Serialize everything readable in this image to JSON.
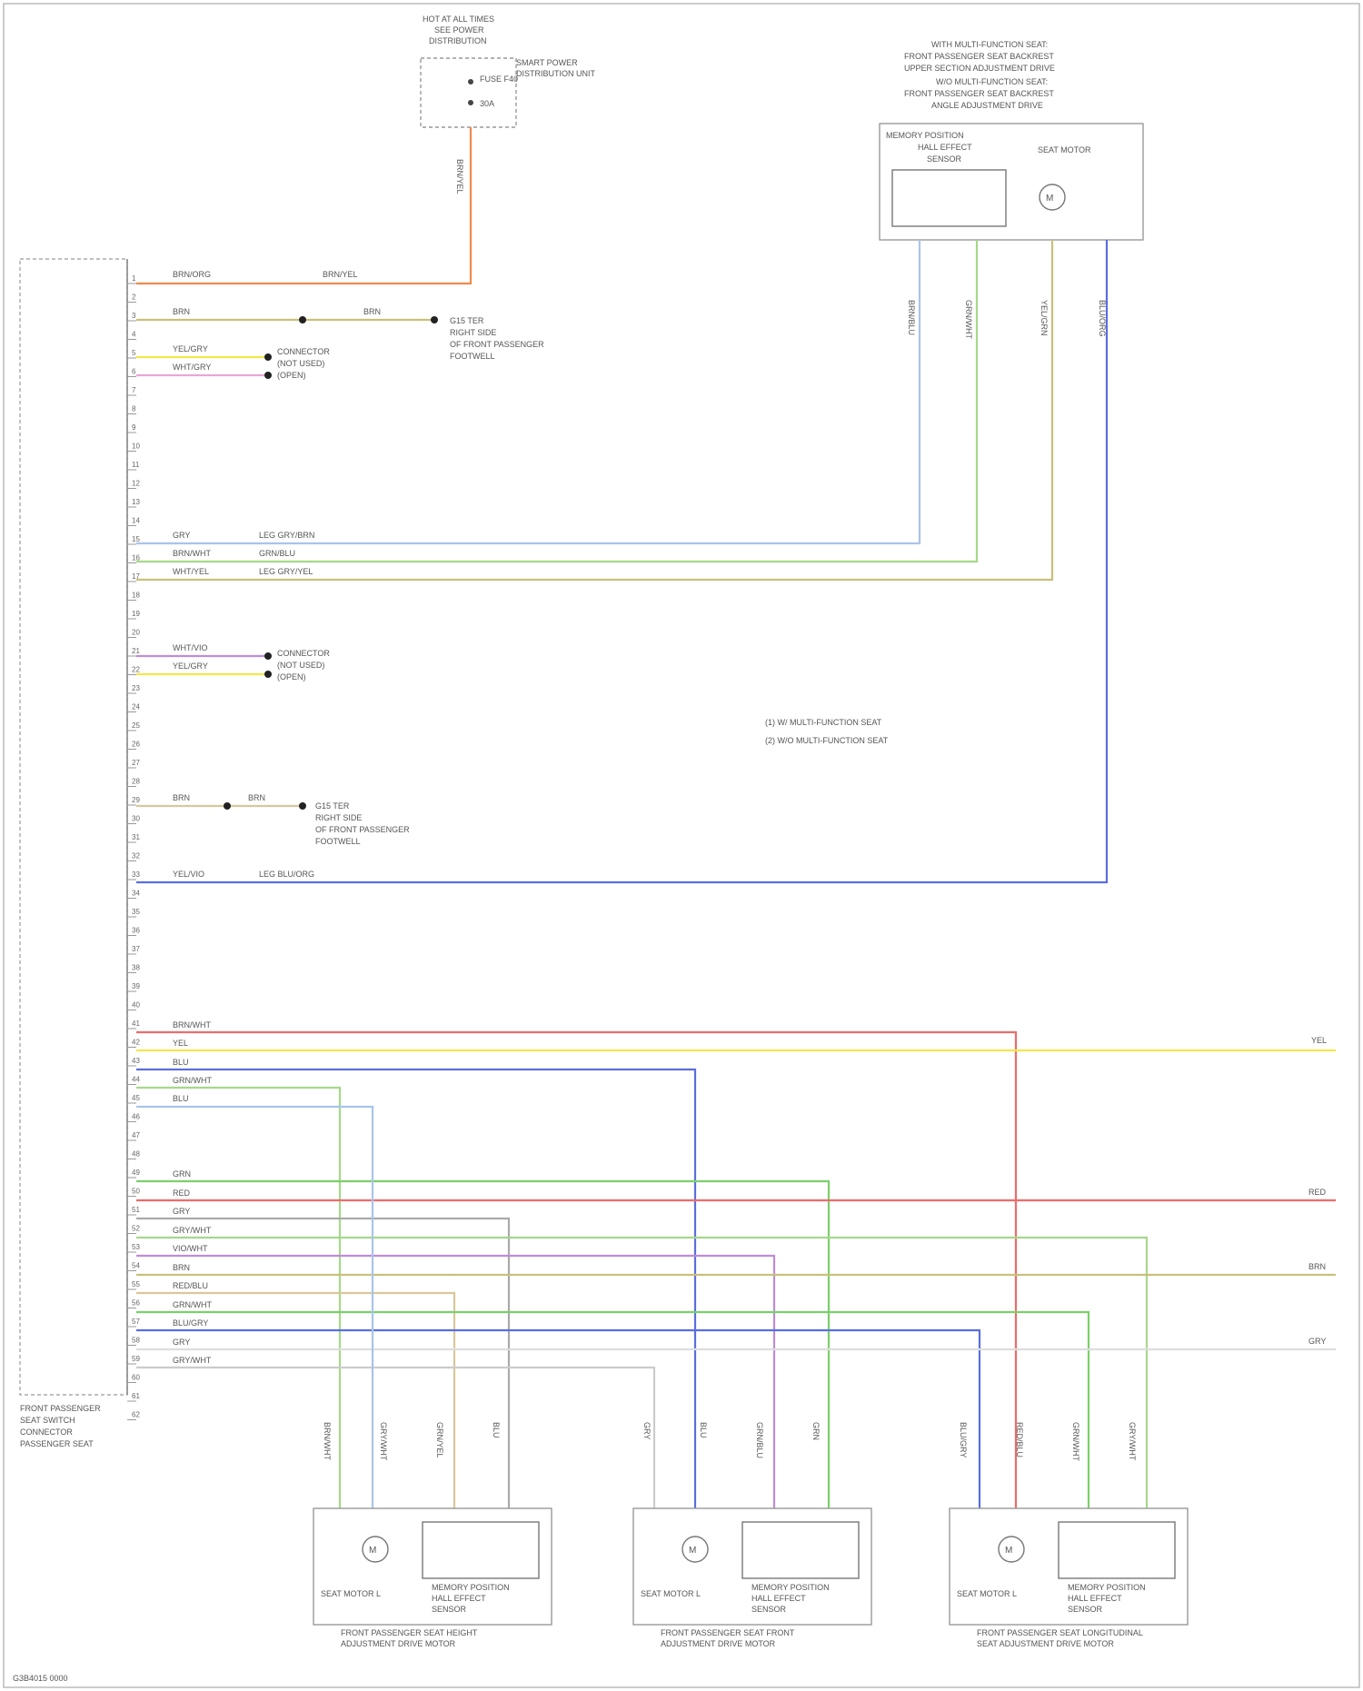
{
  "title_block": {
    "lines": [
      "HOT AT ALL TIMES",
      "SEE POWER",
      "DISTRIBUTION"
    ],
    "fuse": "FUSE F40",
    "fuse_desc": [
      "SMART POWER",
      "DISTRIBUTION UNIT"
    ],
    "fuse_rating": "30A"
  },
  "module": {
    "label": [
      "FRONT PASSENGER",
      "SEAT SWITCH",
      "CONNECTOR",
      "PASSENGER SEAT"
    ]
  },
  "motor_top": {
    "header": [
      "WITH MULTI-FUNCTION SEAT:",
      "FRONT PASSENGER SEAT BACKREST",
      "UPPER SECTION ADJUSTMENT DRIVE",
      "W/O MULTI-FUNCTION SEAT:",
      "FRONT PASSENGER SEAT BACKREST",
      "ANGLE ADJUSTMENT DRIVE"
    ],
    "sensor": [
      "MEMORY POSITION",
      "HALL EFFECT",
      "SENSOR"
    ],
    "motor": "SEAT MOTOR",
    "wires": [
      "BRN/BLU",
      "GRN/WHT",
      "YEL/GRN",
      "BLU/ORG"
    ]
  },
  "legend": [
    "(1) W/ MULTI-FUNCTION SEAT",
    "(2) W/O MULTI-FUNCTION SEAT"
  ],
  "pin_numbers": [
    "1",
    "2",
    "3",
    "4",
    "5",
    "6",
    "7",
    "8",
    "9",
    "10",
    "11",
    "12",
    "13",
    "14",
    "15",
    "16",
    "17",
    "18",
    "19",
    "20",
    "21",
    "22",
    "23",
    "24",
    "25",
    "26",
    "27",
    "28",
    "29",
    "30",
    "31",
    "32",
    "33",
    "34",
    "35",
    "36",
    "37",
    "38",
    "39",
    "40",
    "41",
    "42",
    "43",
    "44",
    "45",
    "46",
    "47",
    "48",
    "49",
    "50",
    "51",
    "52",
    "53",
    "54",
    "55",
    "56",
    "57",
    "58",
    "59",
    "60",
    "61",
    "62"
  ],
  "wire_labels": {
    "w1": "BRN/ORG",
    "w1b": "BRN/YEL",
    "w2": "BRN",
    "w2b": "BRN",
    "w3": "YEL/GRY",
    "w4": "WHT/GRY",
    "w5": "GRY",
    "w5b": "LEG GRY/BRN",
    "w6": "BRN/WHT",
    "w6b": "GRN/BLU",
    "w7": "WHT/YEL",
    "w7b": "LEG GRY/YEL",
    "w8": "WHT/VIO",
    "w9": "YEL/GRY",
    "w10": "BRN",
    "w10b": "BRN",
    "w11": "YEL/VIO",
    "w11b": "LEG BLU/ORG",
    "w12": "BRN/WHT",
    "w13": "YEL",
    "w14": "BLU",
    "w15": "GRN/WHT",
    "w16": "GRN",
    "w17": "RED",
    "w18": "GRY",
    "w19": "GRY/WHT",
    "w20": "VIO/WHT",
    "w21": "BRN",
    "w22": "RED/BLU",
    "w23": "GRN/WHT",
    "w24": "BLU/GRY",
    "w25": "BLU",
    "w26": "GRY",
    "w27": "GRY/WHT"
  },
  "connectors": {
    "c1": [
      "CONNECTOR",
      "(NOT USED)",
      "(OPEN)"
    ],
    "c2": [
      "CONNECTOR",
      "(NOT USED)",
      "(OPEN)"
    ],
    "g1": [
      "G15 TER",
      "RIGHT SIDE",
      "OF FRONT PASSENGER",
      "FOOTWELL"
    ],
    "g2": [
      "G15 TER",
      "RIGHT SIDE",
      "OF FRONT PASSENGER",
      "FOOTWELL"
    ]
  },
  "right_labels": [
    "YEL",
    "RED",
    "BRN",
    "GRY"
  ],
  "bottom_units": [
    {
      "motor": "SEAT MOTOR L",
      "sensor": [
        "MEMORY POSITION",
        "HALL EFFECT",
        "SENSOR"
      ],
      "name": [
        "FRONT PASSENGER SEAT HEIGHT",
        "ADJUSTMENT DRIVE MOTOR"
      ],
      "wires": [
        "BRN/WHT",
        "GRY/WHT",
        "GRN/YEL",
        "BLU"
      ]
    },
    {
      "motor": "SEAT MOTOR L",
      "sensor": [
        "MEMORY POSITION",
        "HALL EFFECT",
        "SENSOR"
      ],
      "name": [
        "FRONT PASSENGER SEAT FRONT",
        "ADJUSTMENT DRIVE MOTOR"
      ],
      "wires": [
        "GRY",
        "BLU",
        "GRN/BLU",
        "GRN"
      ]
    },
    {
      "motor": "SEAT MOTOR L",
      "sensor": [
        "MEMORY POSITION",
        "HALL EFFECT",
        "SENSOR"
      ],
      "name": [
        "FRONT PASSENGER SEAT LONGITUDINAL",
        "SEAT ADJUSTMENT DRIVE MOTOR"
      ],
      "wires": [
        "BLU/GRY",
        "RED/BLU",
        "GRN/WHT",
        "GRY/WHT"
      ]
    }
  ],
  "footer": "G3B4015 0000",
  "colors": {
    "orange": "#f08a4b",
    "yellow": "#f2e84a",
    "red": "#f06a6a",
    "blue": "#5a6ee0",
    "lightblue": "#a9c4ea",
    "green": "#7ad06a",
    "lightgreen": "#a6d88a",
    "olive": "#c9c07a",
    "gray": "#aaaaaa",
    "violet": "#c08ad8",
    "pink": "#e7a6d8",
    "tan": "#d9c79a"
  }
}
